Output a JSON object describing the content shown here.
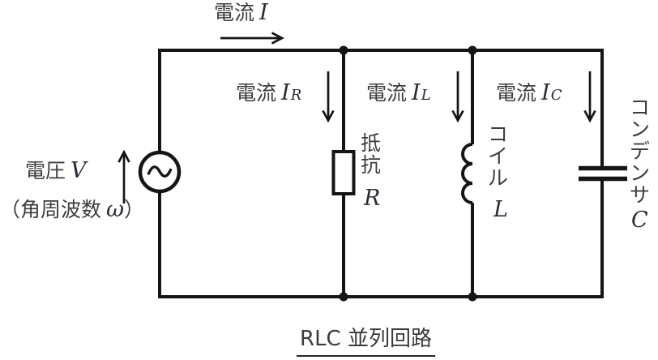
{
  "diagram": {
    "title": "RLC 並列回路",
    "labels": {
      "current_main": {
        "kanji": "電流",
        "symbol": "I"
      },
      "current_resistor": {
        "kanji": "電流",
        "symbol": "I",
        "sub": "R"
      },
      "current_inductor": {
        "kanji": "電流",
        "symbol": "I",
        "sub": "L"
      },
      "current_capacitor": {
        "kanji": "電流",
        "symbol": "I",
        "sub": "C"
      },
      "voltage": {
        "kanji": "電圧",
        "symbol": "V"
      },
      "angular_frequency": {
        "open": "（",
        "kanji": "角周波数",
        "symbol": "ω",
        "close": "）"
      },
      "resistor": {
        "kanji": "抵抗",
        "symbol": "R"
      },
      "inductor": {
        "kanji": "コイル",
        "symbol": "L"
      },
      "capacitor": {
        "kanji": "コンデンサ",
        "symbol": "C"
      }
    },
    "icons": {
      "ac_source": "ac-voltage-source-sine-icon",
      "resistor": "resistor-box-symbol",
      "inductor": "inductor-coil-symbol",
      "capacitor": "capacitor-plates-symbol",
      "arrows": "current-direction-arrows"
    },
    "colors": {
      "wire": "#151515",
      "label_text": "#3d3d3d",
      "math_text": "#2a2a35",
      "background": "#ffffff"
    }
  }
}
